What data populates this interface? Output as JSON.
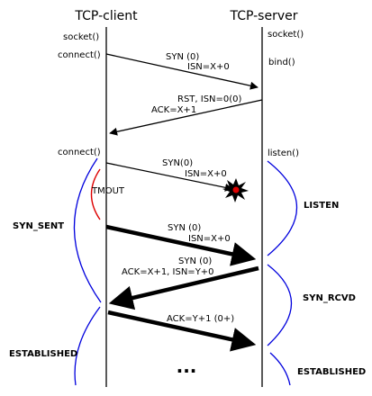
{
  "titles": {
    "client": "TCP-client",
    "server": "TCP-server"
  },
  "client_calls": {
    "socket": "socket()",
    "connect_1": "connect()",
    "connect_2": "connect()"
  },
  "server_calls": {
    "socket": "socket()",
    "bind": "bind()",
    "listen": "listen()"
  },
  "messages": {
    "m1_line1": "SYN (0)",
    "m1_line2": "ISN=X+0",
    "m2_line1": "RST, ISN=0(0)",
    "m2_line2": "ACK=X+1",
    "m3_line1": "SYN(0)",
    "m3_line2": "ISN=X+0",
    "m4_line1": "SYN (0)",
    "m4_line2": "ISN=X+0",
    "m5_line1": "SYN (0)",
    "m5_line2": "ACK=X+1, ISN=Y+0",
    "m6_line1": "ACK=Y+1 (0+)"
  },
  "timeout_label": "TMOUT",
  "states": {
    "syn_sent": "SYN_SENT",
    "established_client": "ESTABLISHED",
    "listen": "LISTEN",
    "syn_rcvd": "SYN_RCVD",
    "established_server": "ESTABLISHED"
  },
  "ellipsis": "...",
  "colors": {
    "state_arc": "#0000dd",
    "timeout_arc": "#dd0000",
    "lost_packet": "#dd0000"
  }
}
